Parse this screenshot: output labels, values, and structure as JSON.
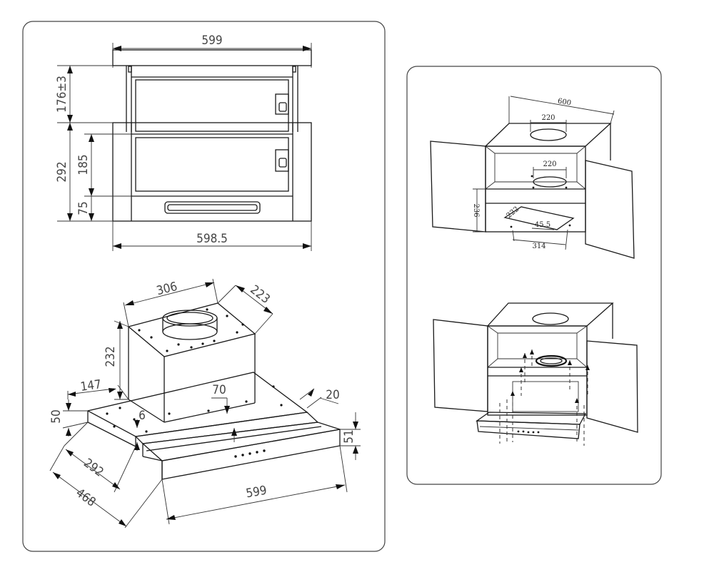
{
  "front_view": {
    "width_top": "599",
    "top_height": "176±3",
    "total_height": "292",
    "mid_height": "185",
    "bottom_height": "75",
    "width_bottom": "598.5"
  },
  "iso_view": {
    "motor_width": "306",
    "motor_depth": "223",
    "motor_height": "232",
    "offset_147": "147",
    "offset_70": "70",
    "offset_20": "20",
    "body_height": "50",
    "offset_6": "6",
    "front_height": "51",
    "depth_292": "292",
    "depth_468": "468",
    "width_599": "599"
  },
  "cabinet_view": {
    "width": "600",
    "top_hole": "220",
    "shelf_hole": "220",
    "height": "236",
    "slot_222": "222",
    "slot_45_5": "45.5",
    "slot_314": "314"
  }
}
